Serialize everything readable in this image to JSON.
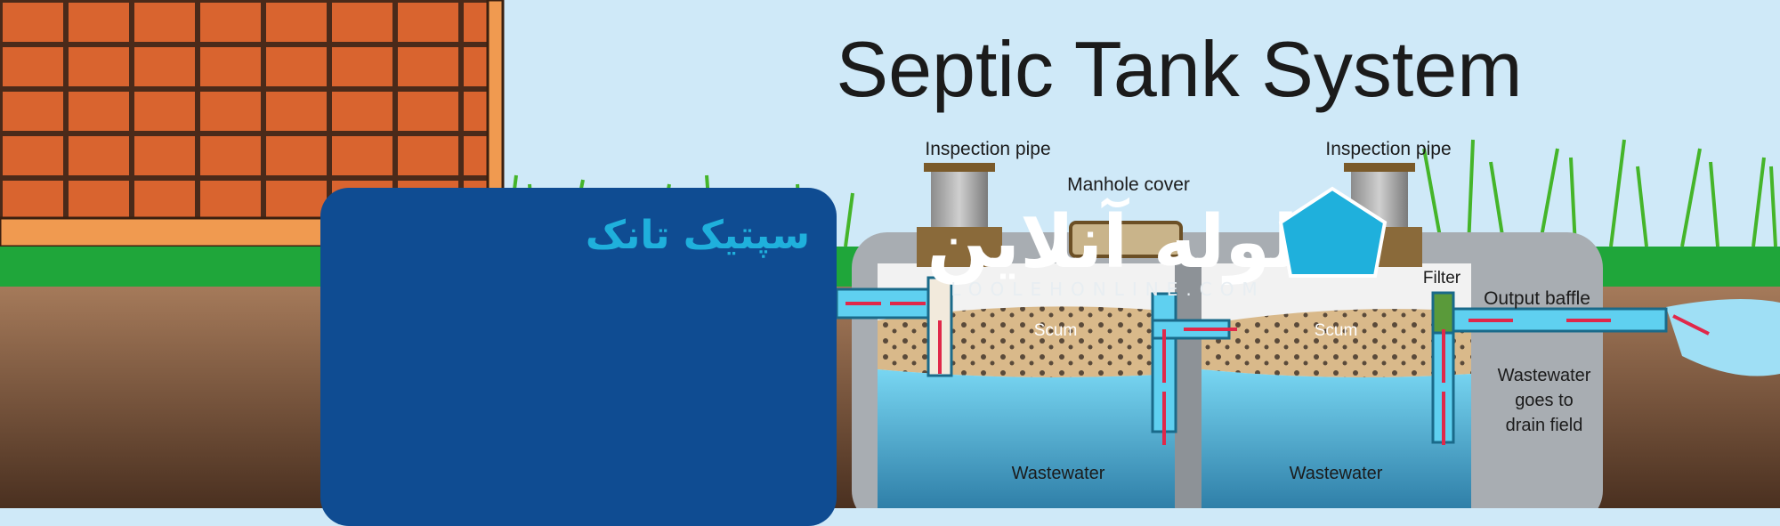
{
  "title": "Septic Tank System",
  "labels": {
    "inspection_pipe_1": "Inspection pipe",
    "inspection_pipe_2": "Inspection pipe",
    "manhole_cover": "Manhole cover",
    "filter": "Filter",
    "output_baffle": "Output baffle",
    "scum_1": "Scum",
    "scum_2": "Scum",
    "wastewater_1": "Wastewater",
    "wastewater_2": "Wastewater",
    "drain_line_1": "Wastewater",
    "drain_line_2": "goes to",
    "drain_line_3": "drain field"
  },
  "card": {
    "title": "سپتیک تانک"
  },
  "logo": {
    "name": "لوله آنلاین",
    "domain": "LOOLEHONLINE.COM"
  },
  "colors": {
    "sky": "#cfe9f8",
    "card": "#0f4c92",
    "accent": "#1fb0dc",
    "brick": "#d9642f",
    "water": "#5cc8ec",
    "arrow": "#e0284a"
  }
}
